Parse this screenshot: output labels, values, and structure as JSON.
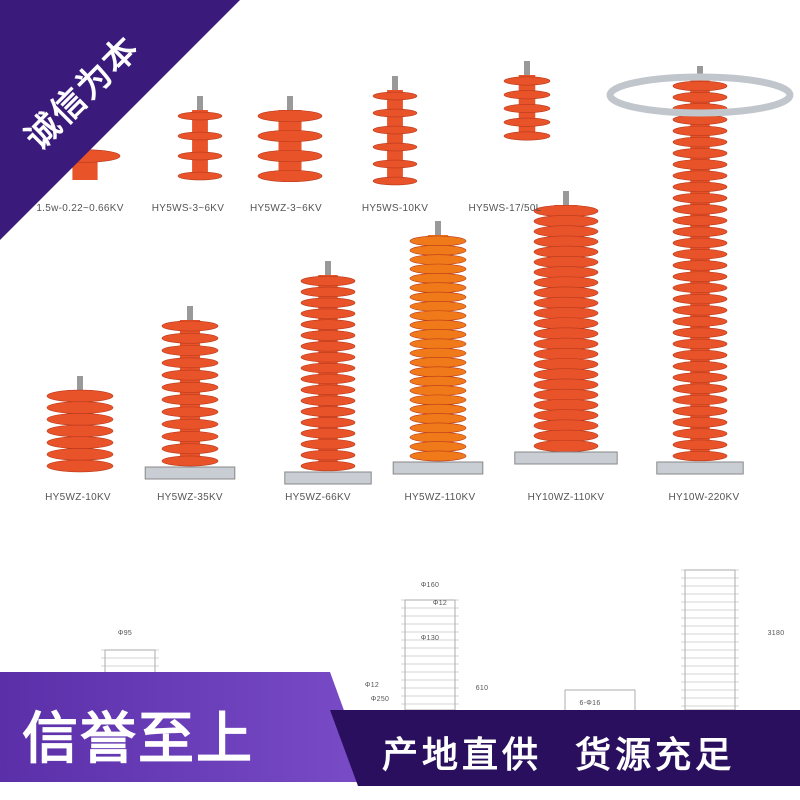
{
  "corner_badge": "诚信为本",
  "row1_labels": [
    "1.5w-0.22~0.66KV",
    "HY5WS-3~6KV",
    "HY5WZ-3~6KV",
    "HY5WS-10KV",
    "HY5WS-17/50L"
  ],
  "row2_labels": [
    "HY5WZ-10KV",
    "HY5WZ-35KV",
    "HY5WZ-66KV",
    "HY5WZ-110KV",
    "HY10WZ-110KV",
    "HY10W-220KV"
  ],
  "drawing_labels": [
    "Φ95",
    "Φ160",
    "Φ12",
    "Φ130",
    "Φ250",
    "610",
    "Φ12",
    "6-Φ16",
    "3180"
  ],
  "banner_left": "信誉至上",
  "banner_right": "产地直供  货源充足",
  "colors": {
    "purple_dark": "#2a0f5e",
    "purple": "#5a2fa8",
    "orange": "#e8532a",
    "orange_light": "#f07a1a"
  }
}
